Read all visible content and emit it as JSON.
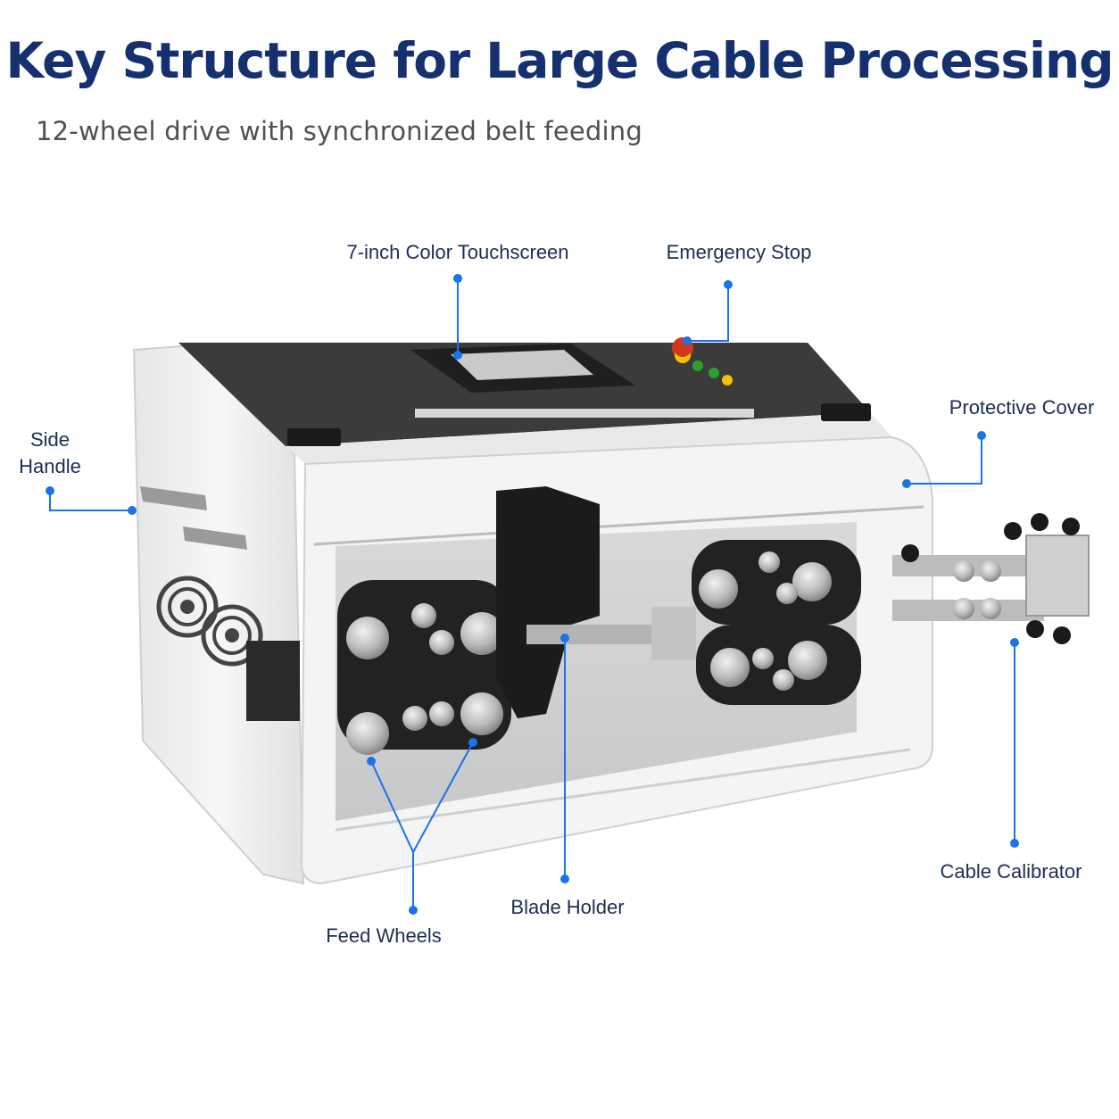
{
  "header": {
    "title": "Key Structure for Large Cable Processing",
    "subtitle": "12-wheel drive with synchronized belt feeding"
  },
  "callouts": {
    "touchscreen": "7-inch Color Touchscreen",
    "emergency_stop": "Emergency Stop",
    "protective_cover": "Protective Cover",
    "side_handle_line1": "Side",
    "side_handle_line2": "Handle",
    "cable_calibrator": "Cable Calibrator",
    "blade_holder": "Blade Holder",
    "feed_wheels": "Feed Wheels"
  },
  "colors": {
    "title": "#15306e",
    "callout_line": "#1a73e8",
    "machine_body": "#f1f1f1",
    "top_panel": "#3b3b3b"
  }
}
